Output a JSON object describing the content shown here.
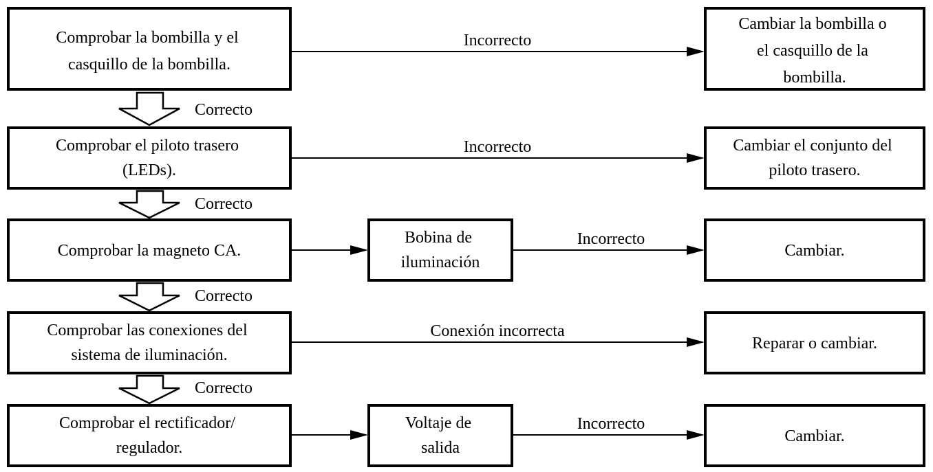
{
  "rows": [
    {
      "check": [
        "Comprobar la bombilla y el",
        "casquillo de la bombilla."
      ],
      "edge_label": "Incorrecto",
      "action": [
        "Cambiar la bombilla o",
        "el casquillo de la",
        "bombilla."
      ]
    },
    {
      "check": [
        "Comprobar el piloto trasero",
        "(LEDs)."
      ],
      "edge_label": "Incorrecto",
      "action": [
        "Cambiar el conjunto del",
        "piloto trasero."
      ]
    },
    {
      "check": [
        "Comprobar la magneto CA."
      ],
      "middle": [
        "Bobina de",
        "iluminación"
      ],
      "edge_label": "Incorrecto",
      "action": [
        "Cambiar."
      ]
    },
    {
      "check": [
        "Comprobar las conexiones del",
        "sistema de iluminación."
      ],
      "edge_label": "Conexión incorrecta",
      "action": [
        "Reparar o cambiar."
      ]
    },
    {
      "check": [
        "Comprobar el rectificador/",
        "regulador."
      ],
      "middle": [
        "Voltaje de",
        "salida"
      ],
      "edge_label": "Incorrecto",
      "action": [
        "Cambiar."
      ]
    }
  ],
  "ok_labels": [
    "Correcto",
    "Correcto",
    "Correcto",
    "Correcto"
  ],
  "colors": {
    "line": "#000000",
    "background": "#ffffff"
  }
}
